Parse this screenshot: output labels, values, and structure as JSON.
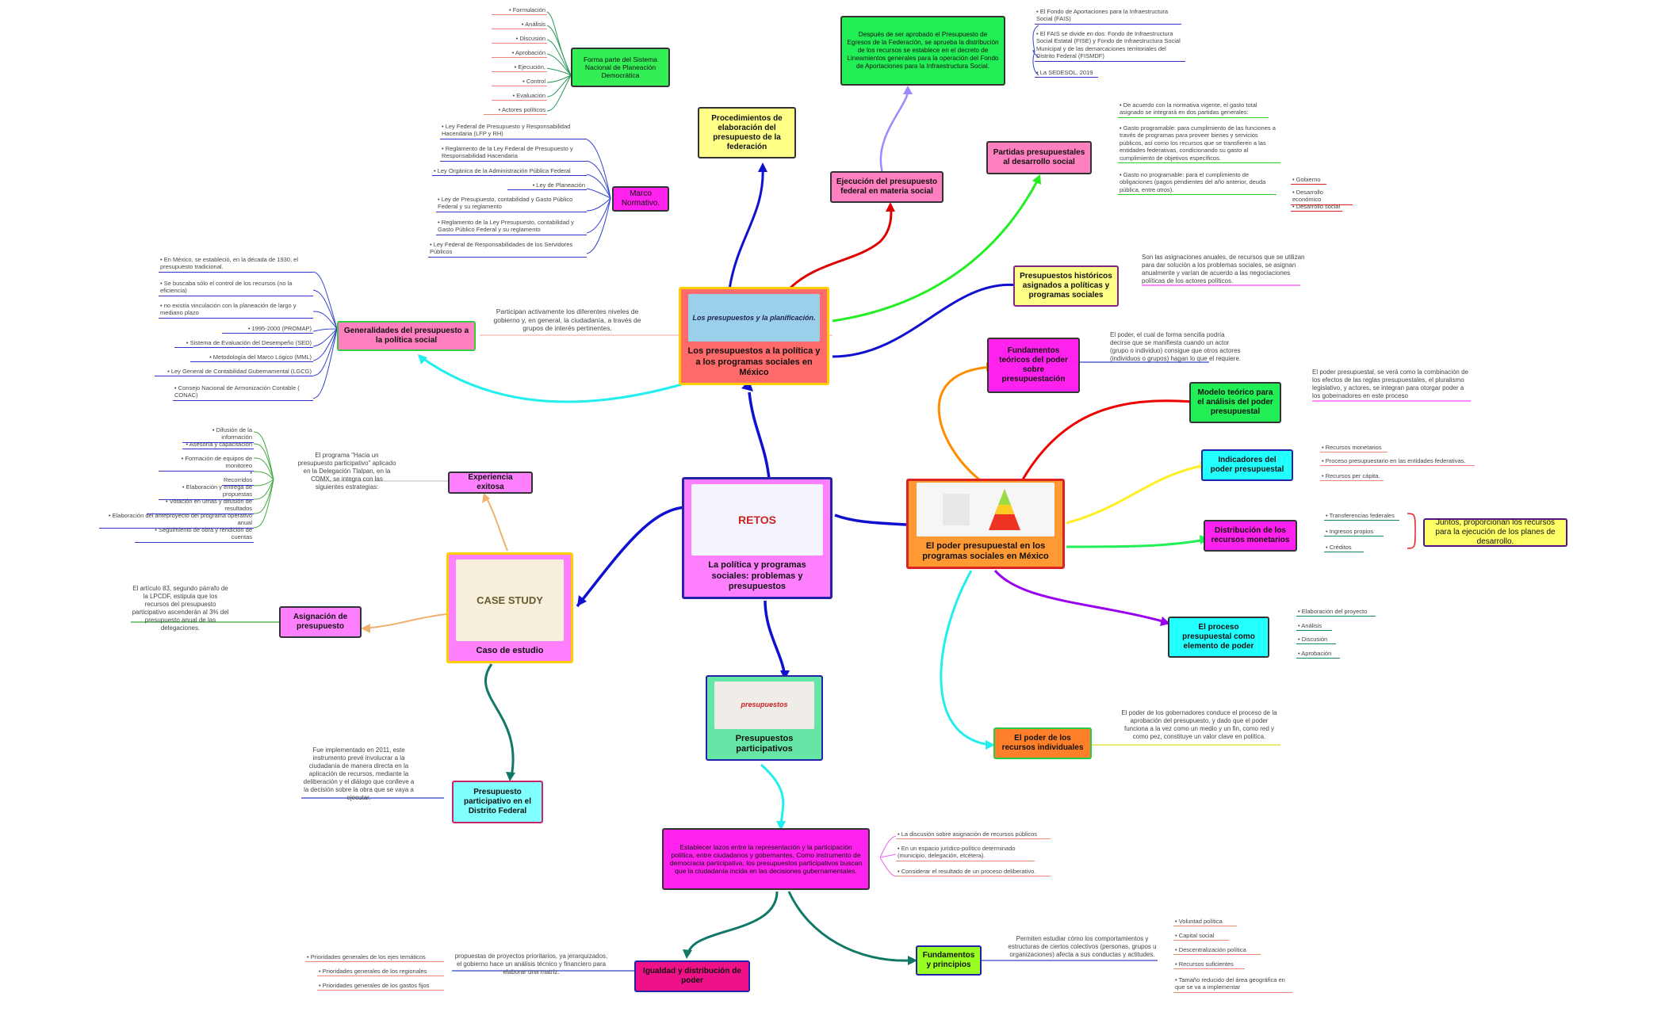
{
  "center": {
    "label": "La política y programas sociales: problemas y presupuestos",
    "image_caption": "RETOS"
  },
  "top": {
    "main": {
      "label": "Los presupuestos a la política y a los programas sociales en México",
      "image_caption": "Los presupuestos y la planificación."
    },
    "procedimientos": "Procedimientos de elaboración del presupuesto de la federación",
    "sistema": "Forma parte del Sistema Nacional de Planeación Democrática",
    "sistema_items": [
      "Formulación",
      "Análisis",
      "Discusión",
      "Aprobación",
      "Ejecución,",
      "Control",
      "Evaluación",
      "Actores políticos"
    ],
    "marco": "Marco Normativo.",
    "marco_items": [
      "Ley Federal de Presupuesto y Responsabilidad Hacendaria (LFP y RH)",
      "Reglamento de la Ley Federal de Presupuesto y Responsabilidad Hacendaria",
      "Ley Orgánica de la Administración Pública Federal",
      "Ley de Planeación",
      "Ley de Presupuesto, contabilidad y Gasto Público Federal y su reglamento",
      "Reglamento de la Ley Presupuesto, contabilidad y Gasto Público Federal y su reglamento",
      "Ley Federal de Responsabilidades de los Servidores Públicos"
    ],
    "ejecucion": "Ejecución del presupuesto federal en materia social",
    "despues": "Después de ser aprobado el Presupuesto de Egresos de la Federación, se aprueba la distribución de los recursos se establece en el decreto de Lineamientos generales para la operación del Fondo de Aportaciones para la Infraestructura Social.",
    "despues_items": [
      "El Fondo de Aportaciones para la Infraestructura Social (FAIS)",
      "El FAIS se divide en dos: Fondo de Infraestructura Social Estatal (FISE) y Fondo de Infraestructura Social Municipal y de las demarcaciones territoriales del Distrito Federal (FISMDF)",
      "La SEDESOL, 2019"
    ],
    "partidas": "Partidas presupuestales al desarrollo social",
    "partidas_items": [
      "De acuerdo con la normativa vigente, el gasto total asignado se integrará en dos partidas generales:",
      "Gasto programable: para cumplimiento de las funciones a través de programas para proveer bienes y servicios públicos, así como los recursos que se transfieren a las entidades federativas, condicionando su gasto al cumplimiento de objetivos específicos.",
      "Gasto no programable: para el cumplimiento de obligaciones (pagos pendientes del año anterior, deuda pública, entre otros)."
    ],
    "partidas_sub": [
      "Gobierno",
      "Desarrollo económico",
      "Desarrollo social"
    ],
    "historicos": "Presupuestos históricos asignados a políticas y programas sociales",
    "historicos_note": "Son las asignaciones anuales, de recursos que se utilizan para dar solución a los problemas sociales, se asignan anualmente y varían de acuerdo a las negociaciones políticas de los actores políticos.",
    "generalidades": "Generalidades del presupuesto a la política social",
    "generalidades_note": "Participan activamente los diferentes niveles de gobierno y, en general, la ciudadanía, a través de grupos de interés pertinentes.",
    "generalidades_items": [
      "En México, se estableció, en la década de 1930, el presupuesto tradicional.",
      "Se buscaba sólo el control de los recursos (no la eficiencia)",
      "no existía vinculación con la planeación de largo y mediano plazo",
      "1995-2000 (PROMAP)",
      "Sistema de Evaluación del Desempeño (SED)",
      "Metodología del Marco Lógico (MML)",
      "Ley General de Contabilidad Gubernamental (LGCG)",
      "Consejo Nacional de Armonización Contable ( CONAC)"
    ]
  },
  "right": {
    "main": {
      "label": "El poder presupuestal en los programas sociales en México"
    },
    "fundamentos": "Fundamentos teóricos del poder sobre presupuestación",
    "fundamentos_note": "El poder, el cual de forma sencilla podría decirse que se manifiesta cuando un actor (grupo o individuo) consigue que otros actores (individuos o grupos) hagan lo que el requiere.",
    "modelo": "Modelo teórico para el análisis del poder presupuestal",
    "modelo_note": "El poder presupuestal, se verá como la combinación de los efectos de las reglas presupuestales, el pluralismo legislativo, y actores, se integran para otorgar poder a los gobernadores en este proceso",
    "indicadores": "Indicadores del poder presupuestal",
    "indicadores_items": [
      "Recursos monetarios",
      "Proceso presupuestario en las entidades federativas.",
      "Recursos per cápita."
    ],
    "distribucion": "Distribución de los recursos monetarios",
    "distribucion_items": [
      "Transferencias federales",
      "Ingresos propios",
      "Créditos"
    ],
    "juntos": "Juntos, proporcionan los recursos para la ejecución de los planes de desarrollo.",
    "proceso": "El proceso presupuestal como elemento de poder",
    "proceso_items": [
      "Elaboración del proyecto",
      "Análisis",
      "Discusión",
      "Aprobación"
    ],
    "individuales": "El poder de los recursos individuales",
    "individuales_note": "El poder de los gobernadores conduce el proceso de la aprobación del presupuesto, y dado que el poder funciona a la vez como un medio y un fin, como red y como pez, constituye un valor clave en política."
  },
  "left": {
    "main": {
      "label": "Caso de estudio",
      "image_caption": "CASE STUDY"
    },
    "experiencia": "Experiencia exitosa",
    "experiencia_note": "El programa \"Hacia un presupuesto participativo\" aplicado en la Delegación Tlalpan, en la CDMX, se integra con las siguientes estrategias:",
    "experiencia_items": [
      "Difusión de la información",
      "Asesoría y capacitación",
      "Formación de equipos de monitoreo",
      "Recorridos",
      "Elaboración y entrega de propuestas",
      "Votación en urnas y difusión de resultados",
      "Elaboración del anteproyecto del programa operativo anual",
      "Seguimiento de obra y rendición de cuentas"
    ],
    "asignacion": "Asignación de presupuesto",
    "asignacion_note": "El artículo 83, segundo párrafo de la LPCDF, estipula que los recursos del presupuesto participativo ascenderán al 3% del presupuesto anual de las delegaciones.",
    "participativo_df": "Presupuesto participativo en el Distrito Federal",
    "participativo_df_note": "Fue implementado en 2011, este instrumento prevé involucrar a la ciudadanía de manera directa en la aplicación de recursos, mediante la deliberación y el diálogo que conlleve a la decisión sobre la obra que se vaya a ejecutar."
  },
  "bottom": {
    "main": {
      "label": "Presupuestos participativos"
    },
    "establecer": "Establecer lazos entre la representación y la participación política, entre ciudadanos y gobernantes. Como instrumento de democracia participativa, los presupuestos participativos buscan que la ciudadanía incida en las decisiones gubernamentales.",
    "establecer_items": [
      "La discusión sobre asignación de recursos públicos",
      "En un espacio jurídico-político determinado (municipio, delegación, etcétera).",
      "Considerar el resultado de un proceso deliberativo."
    ],
    "igualdad": "Igualdad y distribución de poder",
    "igualdad_note": "propuestas de proyectos prioritarios, ya jerarquizados, el gobierno hace un análisis técnico y financiero para elaborar una matriz.",
    "igualdad_items": [
      "Prioridades generales de los ejes temáticos",
      "Prioridades generales de los regionales",
      "Prioridades generales de los gastos fijos"
    ],
    "principios": "Fundamentos y principios",
    "principios_note": "Permiten estudiar cómo los comportamientos y estructuras de ciertos colectivos (personas, grupos u organizaciones) afecta a sus conductas y actitudes.",
    "principios_items": [
      "Voluntad política",
      "Capital social",
      "Descentralización política",
      "Recursos suficientes",
      "Tamaño reducido del área geográfica en que se va a implementar"
    ]
  },
  "colors": {
    "center": "#ff80ff",
    "top": "#ff6a6a",
    "right": "#ff9933",
    "left": "#ff80ff",
    "bottom": "#66e6a6"
  }
}
